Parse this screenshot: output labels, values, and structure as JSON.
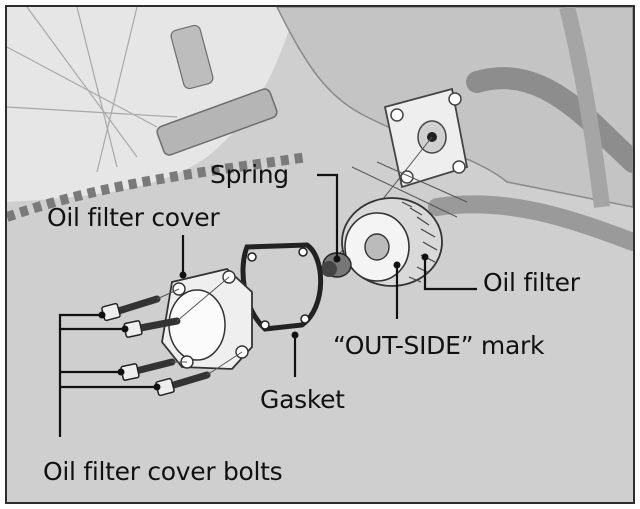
{
  "labels": {
    "spring": "Spring",
    "oil_filter_cover": "Oil filter cover",
    "oil_filter": "Oil filter",
    "out_side_mark": "“OUT-SIDE” mark",
    "gasket": "Gasket",
    "oil_filter_cover_bolts": "Oil filter cover bolts"
  },
  "colors": {
    "background": "#cfcfcf",
    "line": "#111111",
    "frame": "#2e2e2e"
  }
}
